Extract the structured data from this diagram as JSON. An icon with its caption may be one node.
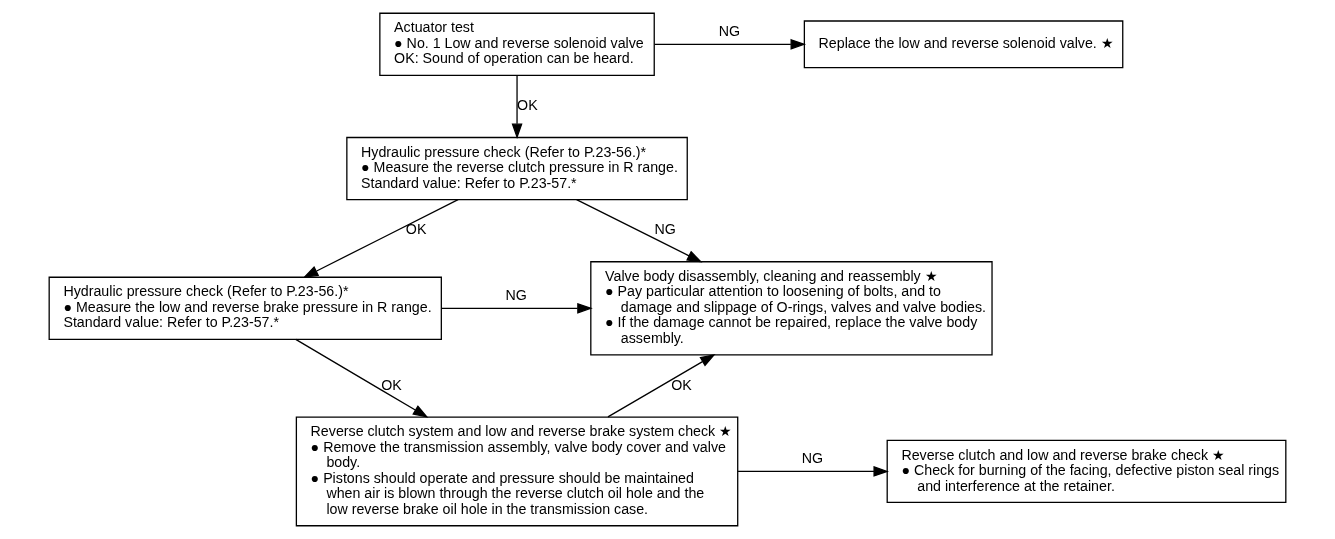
{
  "diagram": {
    "nodes": [
      {
        "text": [
          "Actuator test",
          "● No. 1 Low and reverse solenoid valve",
          "OK: Sound of operation can be heard."
        ]
      },
      {
        "text": [
          "Replace the low and reverse solenoid valve. ★"
        ]
      },
      {
        "text": [
          "Hydraulic pressure check (Refer to P.23-56.)*",
          "● Measure the reverse clutch pressure in R range.",
          "Standard value: Refer to P.23-57.*"
        ]
      },
      {
        "text": [
          "Hydraulic pressure check (Refer to P.23-56.)*",
          "● Measure the low and reverse brake pressure in R range.",
          "Standard value: Refer to P.23-57.*"
        ]
      },
      {
        "text": [
          "Valve body disassembly, cleaning and reassembly ★",
          "● Pay particular attention to loosening of bolts, and to damage and slippage of O-rings, valves and valve bodies.",
          "● If the damage cannot be repaired, replace the valve body assembly."
        ]
      },
      {
        "text": [
          "Reverse clutch system and low and reverse brake system check ★",
          "● Remove the transmission assembly, valve body cover and valve body.",
          "● Pistons should operate and pressure should be maintained when air is blown through the reverse clutch oil hole and the low reverse brake oil hole in the transmission case."
        ]
      },
      {
        "text": [
          "Reverse clutch and low and reverse brake check ★",
          "● Check for burning of the facing, defective piston seal rings and interference at the retainer."
        ]
      }
    ],
    "edges": [
      {
        "from": 0,
        "to": 1,
        "arrow": "to",
        "label": "NG"
      },
      {
        "from": 0,
        "to": 2,
        "arrow": "to",
        "label": "OK"
      },
      {
        "from": 2,
        "to": 4,
        "arrow": "to",
        "label": "NG"
      },
      {
        "from": 2,
        "to": 3,
        "arrow": "to",
        "label": "OK"
      },
      {
        "from": 3,
        "to": 4,
        "arrow": "to",
        "label": "NG"
      },
      {
        "from": 3,
        "to": 5,
        "arrow": "to",
        "label": "OK"
      },
      {
        "from": 5,
        "to": 4,
        "arrow": "to",
        "label": "OK"
      },
      {
        "from": 5,
        "to": 6,
        "arrow": "to",
        "label": "NG"
      }
    ]
  }
}
